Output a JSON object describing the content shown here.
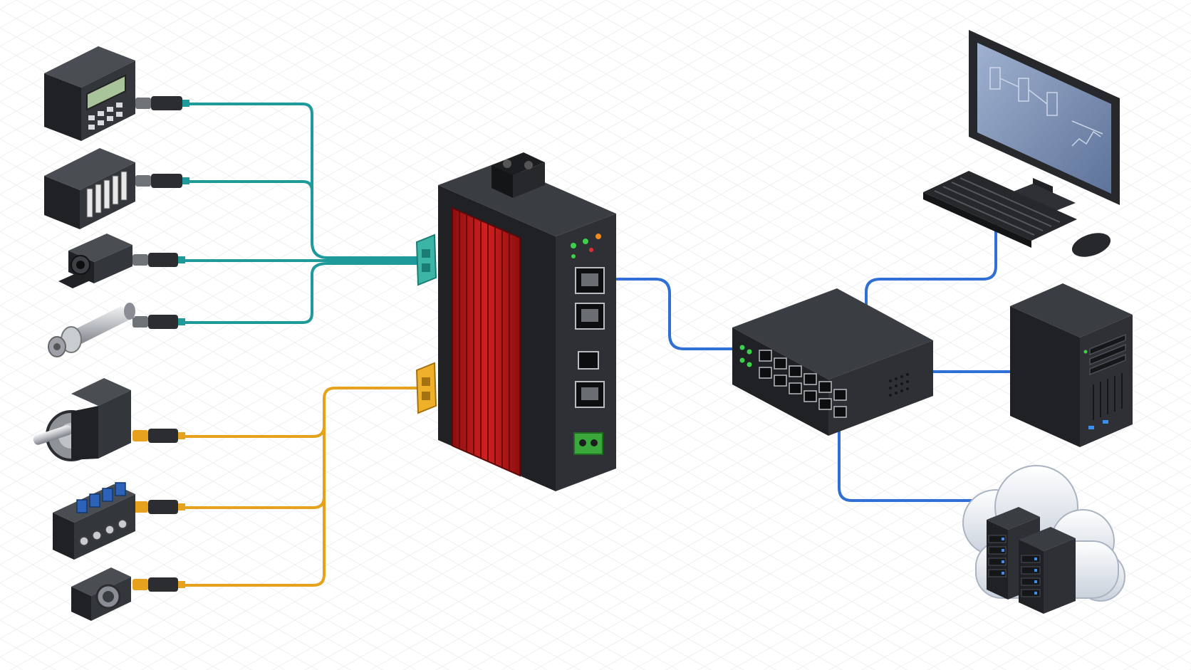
{
  "diagram": {
    "colors": {
      "background": "#ffffff",
      "grid": "#ececec",
      "field_link_teal": "#1e9a9a",
      "field_link_orange": "#e6a21c",
      "network_link_blue": "#2f6fd6",
      "gateway_heatsink": "#c01a1a",
      "device_body": "#2b2d31",
      "connector_teal": "#3bb5a6",
      "connector_orange": "#f0b12a",
      "connector_green": "#3aa83a",
      "monitor_screen": "#7f93b5",
      "cloud": "#e3e8ef"
    },
    "field_devices": [
      {
        "id": "hmi-panel",
        "icon": "operator-panel-icon",
        "link": "teal"
      },
      {
        "id": "io-module",
        "icon": "io-module-icon",
        "link": "teal"
      },
      {
        "id": "camera-sensor",
        "icon": "sensor-icon",
        "link": "teal"
      },
      {
        "id": "pressure-transducer",
        "icon": "pressure-sensor-icon",
        "link": "teal"
      },
      {
        "id": "servo-motor",
        "icon": "servo-motor-icon",
        "link": "orange"
      },
      {
        "id": "valve-manifold",
        "icon": "valve-terminal-icon",
        "link": "orange"
      },
      {
        "id": "encoder",
        "icon": "encoder-icon",
        "link": "orange"
      }
    ],
    "gateway": {
      "icon": "industrial-gateway-icon"
    },
    "switch": {
      "icon": "network-switch-icon",
      "ports": 12
    },
    "it_devices": [
      {
        "id": "workstation",
        "icon": "workstation-icon"
      },
      {
        "id": "server",
        "icon": "server-tower-icon"
      },
      {
        "id": "cloud",
        "icon": "cloud-servers-icon"
      }
    ]
  }
}
